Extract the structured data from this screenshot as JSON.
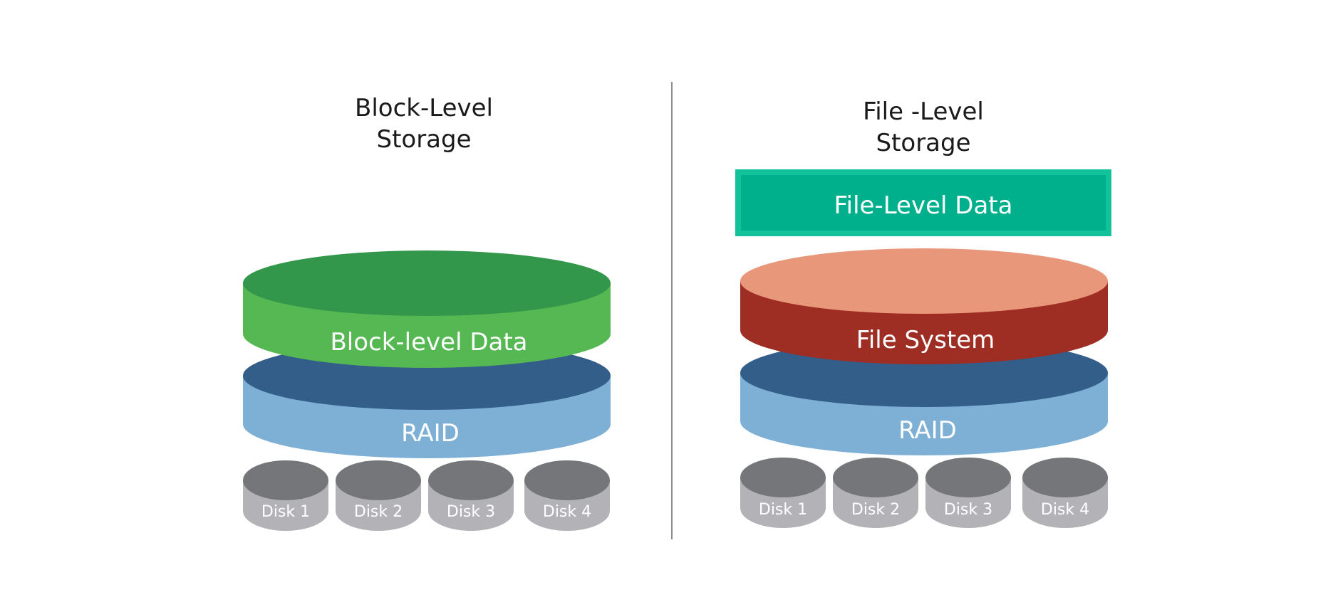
{
  "left_panel": {
    "title_line1": "Block-Level",
    "title_line2": "Storage",
    "data_layer": {
      "label": "Block-level Data",
      "side_color": "#56b852",
      "top_color": "#32974a"
    },
    "raid_layer": {
      "label": "RAID",
      "side_color": "#7eb0d6",
      "top_color": "#335e8a"
    },
    "disks": [
      "Disk 1",
      "Disk 2",
      "Disk 3",
      "Disk 4"
    ]
  },
  "right_panel": {
    "title_line1": "File -Level",
    "title_line2": "Storage",
    "file_box": {
      "label": "File-Level Data",
      "fill_color": "#00b08c",
      "border_color": "#12c29a"
    },
    "fs_layer": {
      "label": "File System",
      "side_color": "#9e2d24",
      "top_color": "#e8977a"
    },
    "raid_layer": {
      "label": "RAID",
      "side_color": "#7eb0d6",
      "top_color": "#335e8a"
    },
    "disks": [
      "Disk 1",
      "Disk 2",
      "Disk 3",
      "Disk 4"
    ]
  },
  "disk_colors": {
    "side_color": "#b3b2b7",
    "top_color": "#75767a"
  },
  "divider_color": "#8c8c8c"
}
